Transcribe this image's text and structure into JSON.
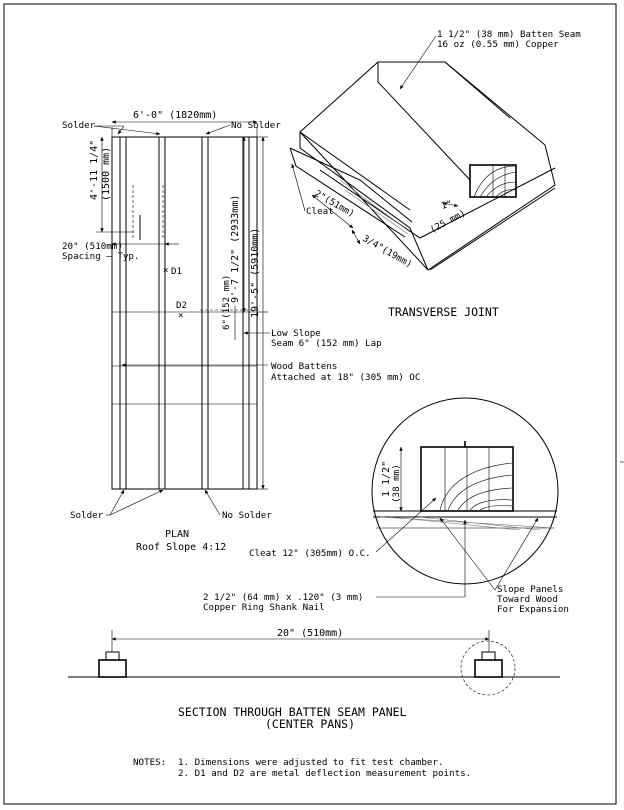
{
  "plan": {
    "top_dim": "6'-0\" (1820mm)",
    "solder_top": "Solder",
    "no_solder_top": "No Solder",
    "dim_1500": "4'-11 1/4\"",
    "dim_1500_mm": "(1500 mm)",
    "spacing_1": "20\" (510mm)",
    "spacing_2": "Spacing – Typ.",
    "d1": "D1",
    "d2": "D2",
    "dim_2933": "9'-7 1/2\" (2933mm)",
    "dim_5910": "19'-5\" (5910mm)",
    "dim_152": "6\"(152 mm)",
    "low_slope_1": "Low Slope",
    "low_slope_2": "Seam 6\" (152 mm) Lap",
    "wood_battens_1": "Wood Battens",
    "wood_battens_2": "Attached at 18\" (305 mm) OC",
    "solder_bottom": "Solder",
    "no_solder_bottom": "No Solder",
    "title": "PLAN",
    "subtitle": "Roof Slope 4:12"
  },
  "transverse": {
    "callout_1": "1 1/2\" (38 mm) Batten Seam",
    "callout_2": "16 oz (0.55 mm) Copper",
    "cleat": "Cleat",
    "dim_51": "2\"(51mm)",
    "dim_25": "1\"",
    "dim_25_mm": "(25 mm)",
    "dim_19": "3/4\"(19mm)",
    "title": "TRANSVERSE JOINT"
  },
  "section": {
    "height_dim": "1 1/2\"",
    "height_dim_mm": "(38 mm)",
    "cleat": "Cleat 12\" (305mm) O.C.",
    "nail_1": "2 1/2\" (64 mm) x .120\" (3 mm)",
    "nail_2": "Copper Ring Shank Nail",
    "slope_1": "Slope Panels",
    "slope_2": "Toward Wood",
    "slope_3": "For Expansion",
    "span_dim": "20\" (510mm)",
    "title_1": "SECTION THROUGH BATTEN SEAM PANEL",
    "title_2": "(CENTER PANS)"
  },
  "notes": {
    "label": "NOTES:",
    "note_1": "1. Dimensions were adjusted to fit test chamber.",
    "note_2": "2. D1 and D2 are metal deflection measurement points."
  }
}
